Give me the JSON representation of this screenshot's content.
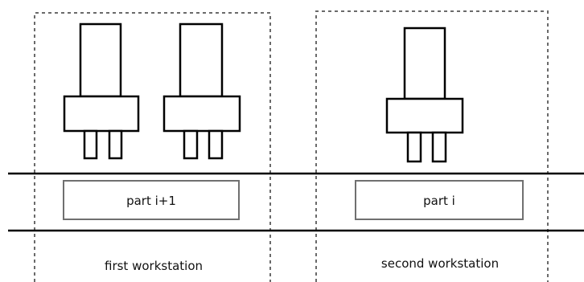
{
  "diagram": {
    "parts": [
      {
        "label": "part i+1"
      },
      {
        "label": "part i"
      }
    ],
    "workstations": [
      {
        "label": "first workstation",
        "tool_count": 2
      },
      {
        "label": "second workstation",
        "tool_count": 1
      }
    ],
    "colors": {
      "stroke": "#000000",
      "box_border": "#707070",
      "dashed_border": "#6a6a6a",
      "text": "#111111",
      "background": "#ffffff"
    }
  }
}
